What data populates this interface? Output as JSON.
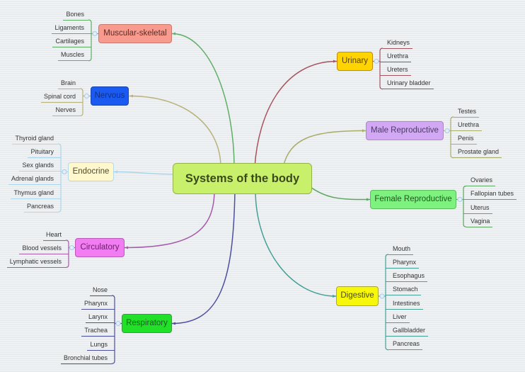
{
  "central_topic": {
    "label": "Systems of the body",
    "fill": "#c9f06b",
    "border": "#92b24c",
    "text_color": "#3a4a1c"
  },
  "branches": [
    {
      "label": "Muscular-skeletal",
      "fill": "#f89a8e",
      "border": "#c77b70",
      "text_color": "#5d2a25",
      "line_color": "#5fae66",
      "children": [
        "Bones",
        "Ligaments",
        "Cartilages",
        "Muscles"
      ]
    },
    {
      "label": "Nervous",
      "fill": "#1a5af0",
      "border": "#1845b0",
      "text_color": "#163080",
      "line_color": "#b8b37a",
      "children": [
        "Brain",
        "Spinal cord",
        "Nerves"
      ]
    },
    {
      "label": "Endocrine",
      "fill": "#fff8cd",
      "border": "#b3d9ea",
      "text_color": "#4e4a2d",
      "line_color": "#a9d6eb",
      "children": [
        "Thyroid gland",
        "Pituitary",
        "Sex glands",
        "Adrenal glands",
        "Thymus gland",
        "Pancreas"
      ]
    },
    {
      "label": "Circulatory",
      "fill": "#f27cf2",
      "border": "#b95ab9",
      "text_color": "#6b1e6b",
      "line_color": "#a45aa8",
      "children": [
        "Heart",
        "Blood vessels",
        "Lymphatic vessels"
      ]
    },
    {
      "label": "Respiratory",
      "fill": "#20e028",
      "border": "#3a9a40",
      "text_color": "#1b5c20",
      "line_color": "#4c4e9f",
      "children": [
        "Nose",
        "Pharynx",
        "Larynx",
        "Trachea",
        "Lungs",
        "Bronchial tubes"
      ]
    },
    {
      "label": "Urinary",
      "fill": "#ffd400",
      "border": "#c28b00",
      "text_color": "#5b4400",
      "line_color": "#a6535e",
      "children": [
        "Kidneys",
        "Urethra",
        "Ureters",
        "Urinary bladder"
      ]
    },
    {
      "label": "Male Reproductive",
      "fill": "#d2a8f4",
      "border": "#a98cba",
      "text_color": "#4b3a66",
      "line_color": "#a7ad68",
      "children": [
        "Testes",
        "Urethra",
        "Penis",
        "Prostate gland"
      ]
    },
    {
      "label": "Female Reproductive",
      "fill": "#7ef27e",
      "border": "#5bbd5b",
      "text_color": "#1e581e",
      "line_color": "#5ba65e",
      "children": [
        "Ovaries",
        "Fallopian tubes",
        "Uterus",
        "Vagina"
      ]
    },
    {
      "label": "Digestive",
      "fill": "#f7f70c",
      "border": "#a8a836",
      "text_color": "#4b4b12",
      "line_color": "#45a096",
      "children": [
        "Mouth",
        "Pharynx",
        "Esophagus",
        "Stomach",
        "Intestines",
        "Liver",
        "Gallbladder",
        "Pancreas"
      ]
    }
  ],
  "subtopic_text_color": "#333333",
  "collapse_indicator_color": "#a9cbe8"
}
